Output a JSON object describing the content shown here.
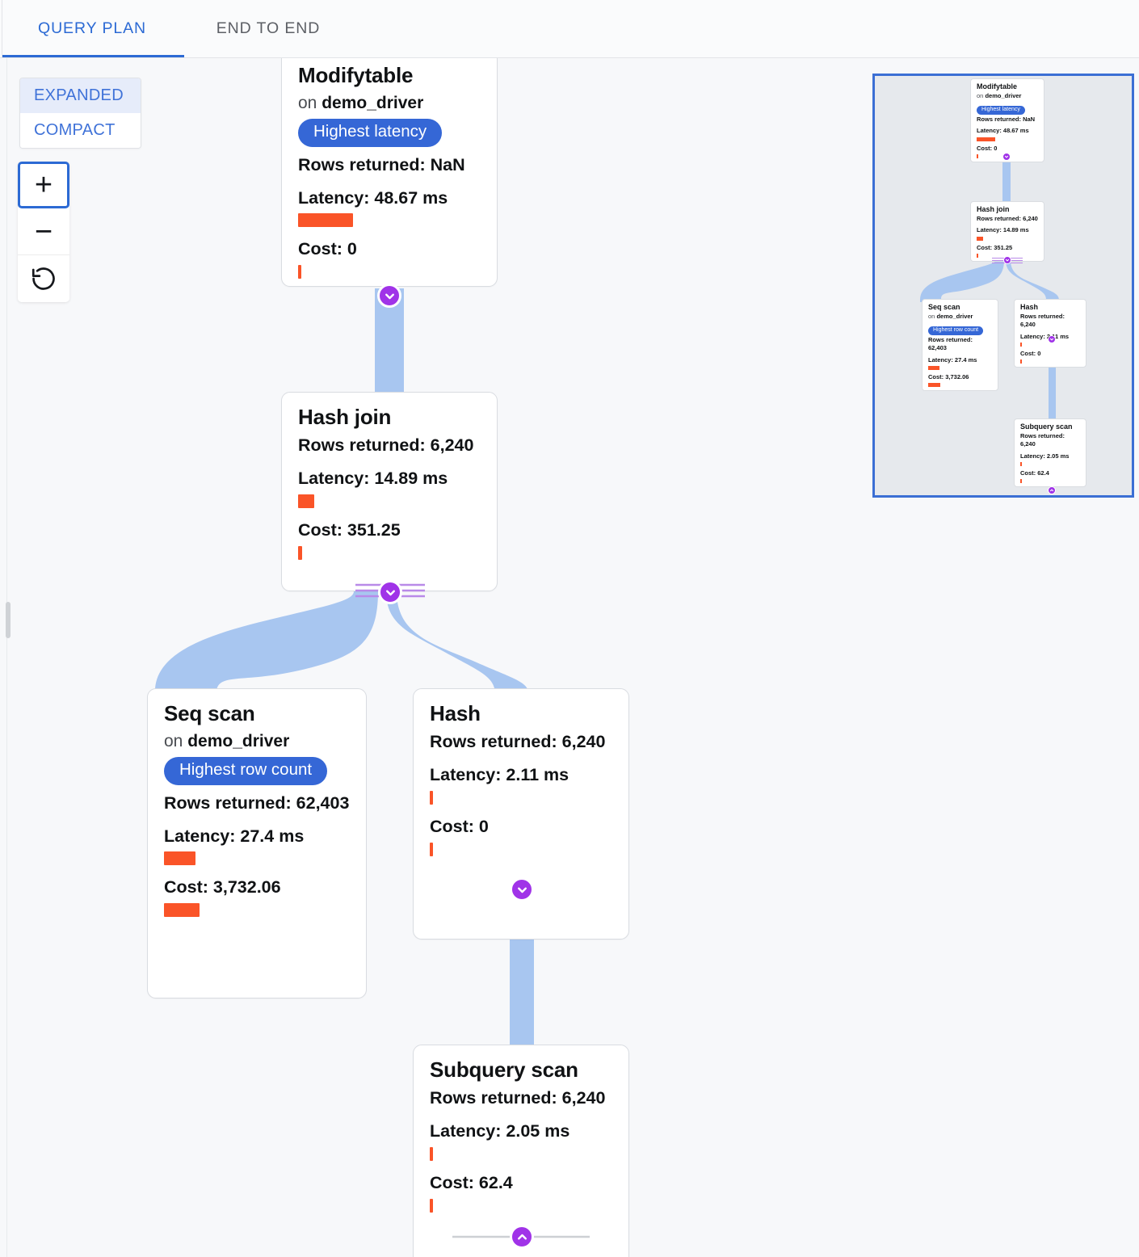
{
  "tabs": [
    {
      "label": "QUERY PLAN",
      "active": true
    },
    {
      "label": "END TO END",
      "active": false
    }
  ],
  "layout_toggle": {
    "options": [
      {
        "label": "EXPANDED",
        "selected": true
      },
      {
        "label": "COMPACT",
        "selected": false
      }
    ]
  },
  "zoom_controls": {
    "zoom_in_label": "+",
    "zoom_out_label": "−",
    "reset_label": "reset-icon"
  },
  "labels": {
    "rows_returned": "Rows returned:",
    "latency": "Latency:",
    "cost": "Cost:",
    "on_prefix": "on"
  },
  "colors": {
    "accent_blue": "#2c6ad4",
    "badge_blue": "#3567d6",
    "bar_orange": "#fa5428",
    "edge_blue": "#a8c6f0",
    "handle_purple": "#a033e8",
    "minimap_border": "#3b6fd4",
    "minimap_bg": "#e6e9ed",
    "canvas_bg": "#f7f8fa"
  },
  "nodes": [
    {
      "id": "modifytable",
      "title": "Modifytable",
      "on_table": "demo_driver",
      "badge": "Highest latency",
      "rows_returned": "Rows returned: NaN",
      "latency": "Latency: 48.67 ms",
      "latency_bar_pct": 30,
      "cost": "Cost: 0",
      "cost_bar_pct": 1.2,
      "handle_bottom": "chevron-down"
    },
    {
      "id": "hash-join",
      "title": "Hash join",
      "on_table": null,
      "badge": null,
      "rows_returned": "Rows returned: 6,240",
      "latency": "Latency: 14.89 ms",
      "latency_bar_pct": 9,
      "cost": "Cost: 351.25",
      "cost_bar_pct": 1.6,
      "handle_bottom": "chevron-down"
    },
    {
      "id": "seq-scan",
      "title": "Seq scan",
      "on_table": "demo_driver",
      "badge": "Highest row count",
      "rows_returned": "Rows returned: 62,403",
      "latency": "Latency: 27.4 ms",
      "latency_bar_pct": 17,
      "cost": "Cost: 3,732.06",
      "cost_bar_pct": 19,
      "handle_bottom": null
    },
    {
      "id": "hash",
      "title": "Hash",
      "on_table": null,
      "badge": null,
      "rows_returned": "Rows returned: 6,240",
      "latency": "Latency: 2.11 ms",
      "latency_bar_pct": 1.3,
      "cost": "Cost: 0",
      "cost_bar_pct": 1.3,
      "handle_bottom": "chevron-down"
    },
    {
      "id": "subquery-scan",
      "title": "Subquery scan",
      "on_table": null,
      "badge": null,
      "rows_returned": "Rows returned: 6,240",
      "latency": "Latency: 2.05 ms",
      "latency_bar_pct": 1.3,
      "cost": "Cost: 62.4",
      "cost_bar_pct": 1.3,
      "handle_bottom": "chevron-up"
    }
  ],
  "chart_data": {
    "type": "diagram",
    "title": "Query Plan",
    "edges": [
      {
        "from": "modifytable",
        "to": "hash-join"
      },
      {
        "from": "hash-join",
        "to": "seq-scan"
      },
      {
        "from": "hash-join",
        "to": "hash"
      },
      {
        "from": "hash",
        "to": "subquery-scan"
      }
    ]
  }
}
